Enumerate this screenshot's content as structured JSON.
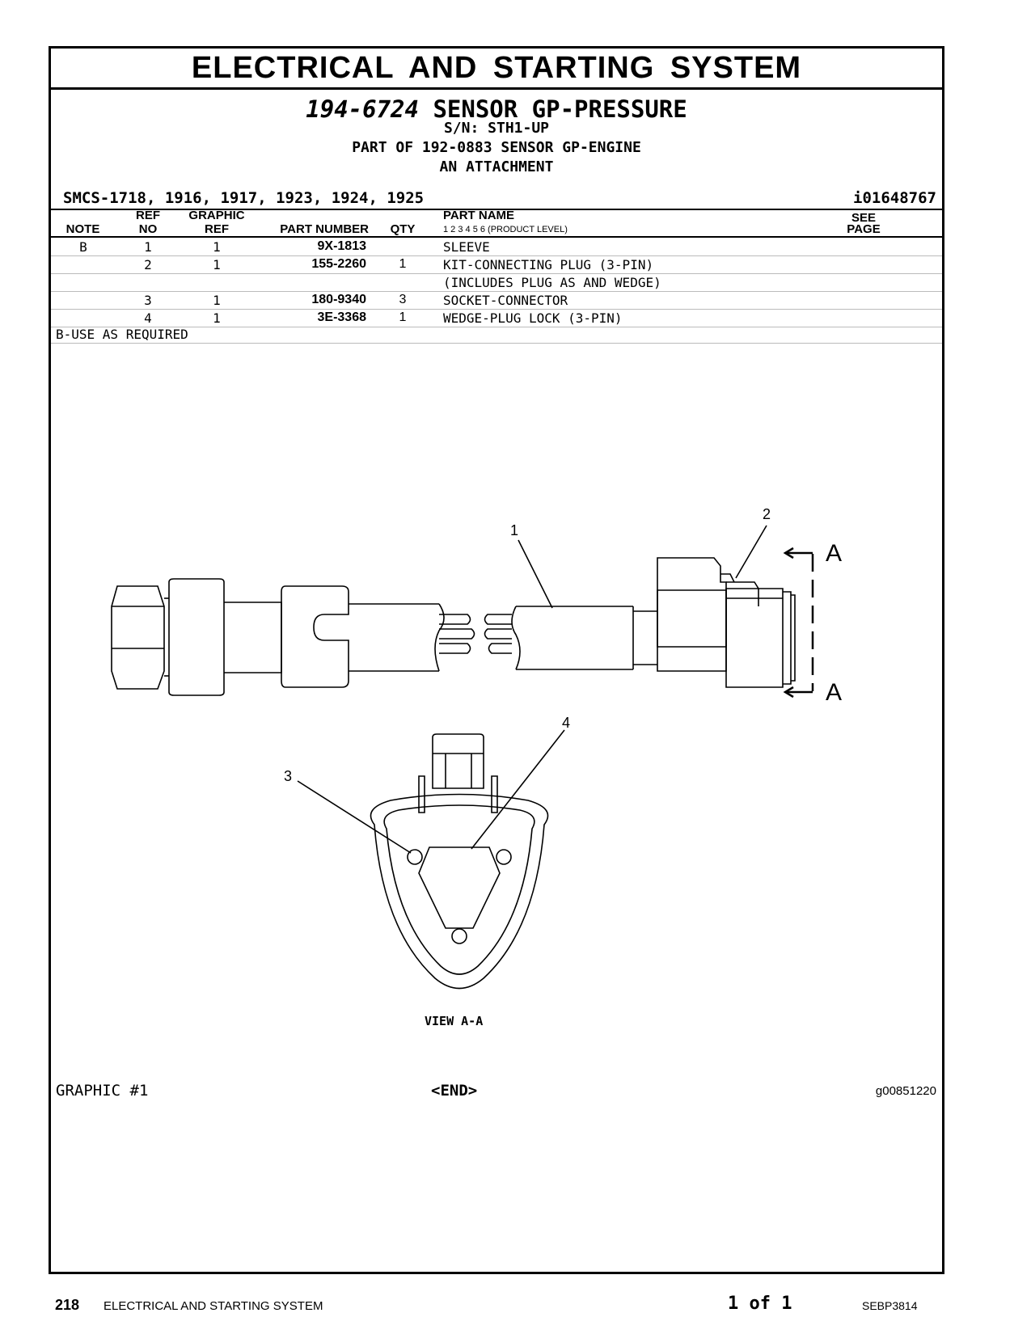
{
  "header": {
    "section_title": "ELECTRICAL AND STARTING SYSTEM",
    "part_number": "194-6724",
    "part_name": "SENSOR GP-PRESSURE",
    "serial": "S/N: STH1-UP",
    "part_of": "PART OF 192-0883 SENSOR GP-ENGINE",
    "attachment": "AN ATTACHMENT",
    "smcs": "SMCS-1718, 1916, 1917, 1923, 1924, 1925",
    "doc_id": "i01648767"
  },
  "table": {
    "headers": {
      "note": "NOTE",
      "ref_top": "REF",
      "ref_bottom": "NO",
      "graphic_top": "GRAPHIC",
      "graphic_bottom": "REF",
      "part_number": "PART NUMBER",
      "qty": "QTY",
      "part_name": "PART NAME",
      "levels": "1  2  3  4  5  6  (PRODUCT LEVEL)",
      "see_top": "SEE",
      "see_bottom": "PAGE"
    },
    "rows": [
      {
        "note": "B",
        "ref": "1",
        "graphic": "1",
        "part_number": "9X-1813",
        "qty": "",
        "name": "SLEEVE"
      },
      {
        "note": "",
        "ref": "2",
        "graphic": "1",
        "part_number": "155-2260",
        "qty": "1",
        "name": "KIT-CONNECTING PLUG (3-PIN)"
      },
      {
        "note": "",
        "ref": "",
        "graphic": "",
        "part_number": "",
        "qty": "",
        "name": "(INCLUDES PLUG AS AND WEDGE)"
      },
      {
        "note": "",
        "ref": "3",
        "graphic": "1",
        "part_number": "180-9340",
        "qty": "3",
        "name": "SOCKET-CONNECTOR"
      },
      {
        "note": "",
        "ref": "4",
        "graphic": "1",
        "part_number": "3E-3368",
        "qty": "1",
        "name": "WEDGE-PLUG LOCK (3-PIN)"
      }
    ],
    "footnote": "B-USE AS REQUIRED"
  },
  "drawing": {
    "callouts": [
      "1",
      "2",
      "3",
      "4"
    ],
    "section_mark": "A",
    "view_label": "VIEW A-A"
  },
  "graphic_footer": {
    "left": "GRAPHIC #1",
    "center": "<END>",
    "right": "g00851220"
  },
  "page_footer": {
    "page_number": "218",
    "section": "ELECTRICAL AND STARTING SYSTEM",
    "page_of": "1 of 1",
    "doc": "SEBP3814"
  }
}
